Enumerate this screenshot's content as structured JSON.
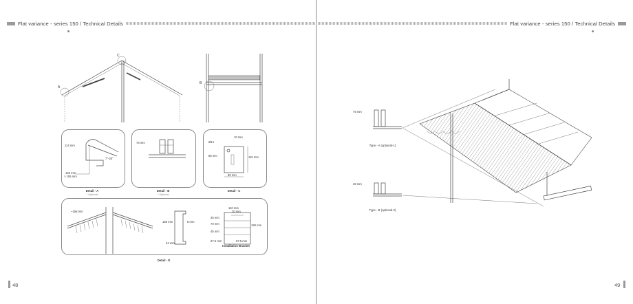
{
  "header": {
    "left_title": "Flat variance - series 150 /  Technical Details",
    "right_title": "Flat variance - series 150 /  Technical Details"
  },
  "pages": {
    "left_number": "48",
    "right_number": "49"
  },
  "top_figures": {
    "label_a": "A",
    "label_b": "B",
    "label_c": "C"
  },
  "detail_a": {
    "caption": "Detail - A",
    "note": "* Optional",
    "dim_114": "114 mm",
    "angle": "7°-30°",
    "dim_125": "125 mm",
    "dim_155": "> 155 mm"
  },
  "detail_b": {
    "caption": "Detail - B",
    "note": "* Optional",
    "dim_75": "75 mm"
  },
  "detail_c": {
    "caption": "Detail - C",
    "dia": "Ø14",
    "dim_10": "10 mm",
    "dim_85": "85 mm",
    "dim_115": "115 mm",
    "dim_80": "80 mm"
  },
  "detail_d": {
    "caption": "Detail - D",
    "dim_158a": "~158 mm",
    "dim_158b": "158 mm",
    "dim_8": "8 mm",
    "dim_34": "34 mm",
    "bracket": {
      "title": "Installation Bracket",
      "d110": "110 mm",
      "d20": "20 mm",
      "d45a": "45 mm",
      "d70": "70 mm",
      "d45b": "45 mm",
      "d150": "150 mm",
      "d675a": "67.5 mm",
      "d675b": "67.5 mm"
    }
  },
  "right": {
    "type_a": {
      "dim": "75 mm",
      "caption": "Type - A (optional-1)"
    },
    "type_b": {
      "dim": "28 mm",
      "caption": "Type - B (optional-2)"
    }
  }
}
